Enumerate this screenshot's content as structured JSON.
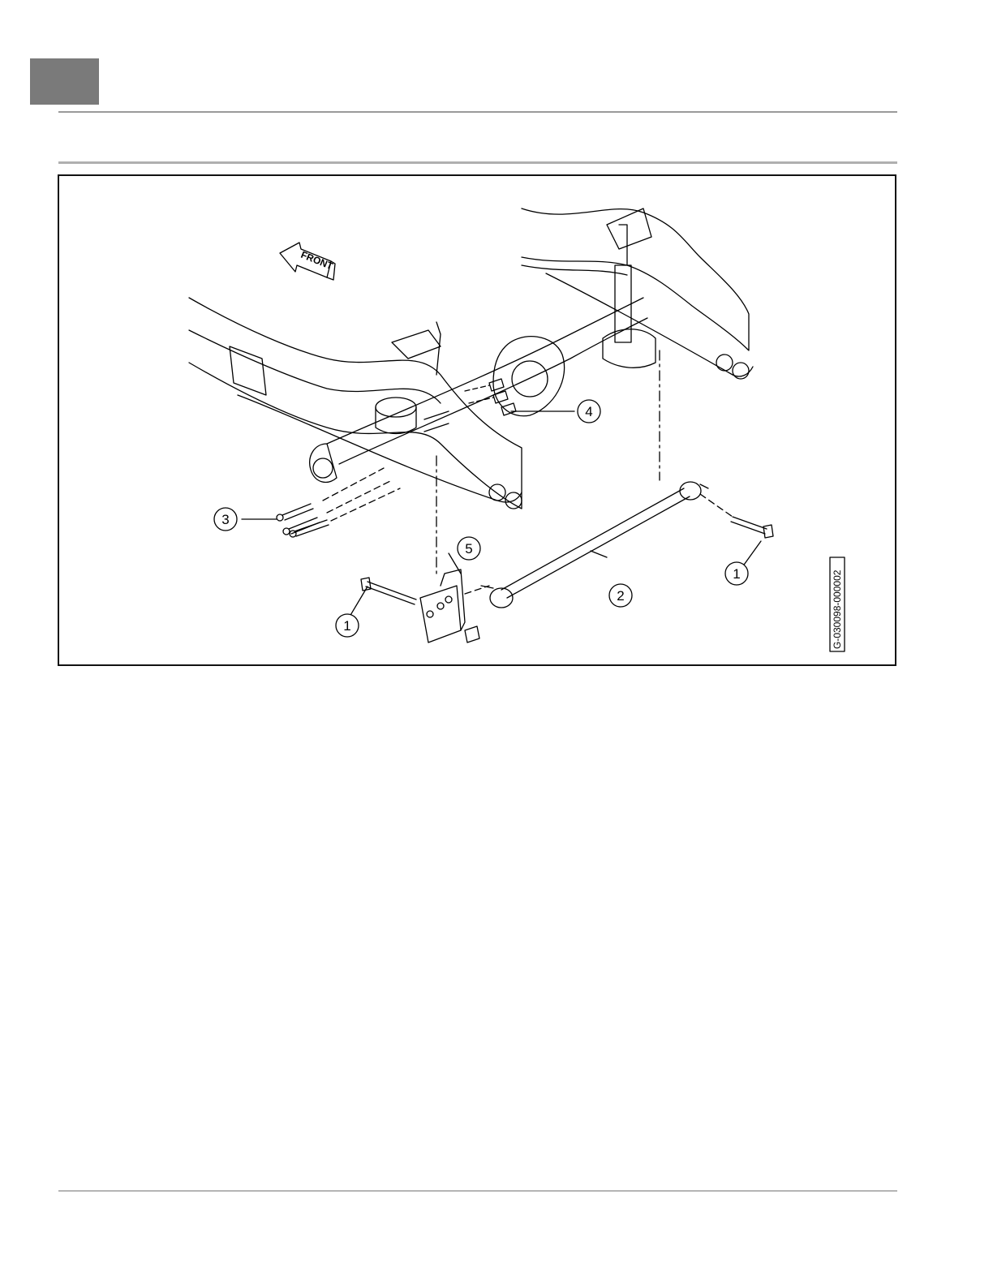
{
  "figure": {
    "id": "G-030098-000002",
    "direction_label": "FRONT",
    "callouts": [
      "1",
      "2",
      "3",
      "4",
      "5",
      "1"
    ]
  },
  "colors": {
    "tab": "#7a7a7a",
    "rule": "#9a9a9a",
    "line": "#000000"
  }
}
